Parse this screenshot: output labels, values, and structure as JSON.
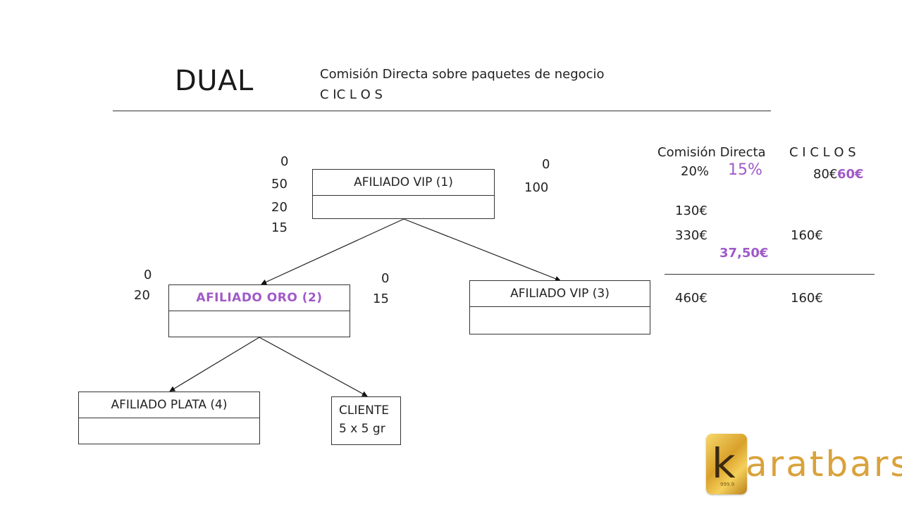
{
  "header": {
    "title": "DUAL",
    "subtitle_line1": "Comisión Directa sobre paquetes de negocio",
    "subtitle_line2": "C IC L O S"
  },
  "nodes": {
    "vip1": "AFILIADO VIP (1)",
    "oro2": "AFILIADO ORO (2)",
    "vip3": "AFILIADO VIP (3)",
    "plata4": "AFILIADO PLATA (4)",
    "cliente_line1": "CLIENTE",
    "cliente_line2": "5 x 5 gr"
  },
  "vip1_left": [
    "0",
    "50",
    "20",
    "15"
  ],
  "vip1_right": [
    "0",
    "100"
  ],
  "oro2_left": [
    "0",
    "20"
  ],
  "oro2_right": [
    "0",
    "15"
  ],
  "summary": {
    "col1_header": "Comisión Directa",
    "col2_header": "C I C L O S",
    "pct_black": "20%",
    "pct_accent": "15%",
    "cycles_black": "80€",
    "cycles_accent": "60€",
    "row_130": "130€",
    "row_330": "330€",
    "row_160": "160€",
    "row_accent_3750": "37,50€",
    "total_direct": "460€",
    "total_cycles": "160€"
  },
  "logo": {
    "letter": "k",
    "text": "aratbars",
    "purity": "999.9"
  },
  "colors": {
    "accent": "#a05ac8",
    "gold": "#d9a23a"
  }
}
